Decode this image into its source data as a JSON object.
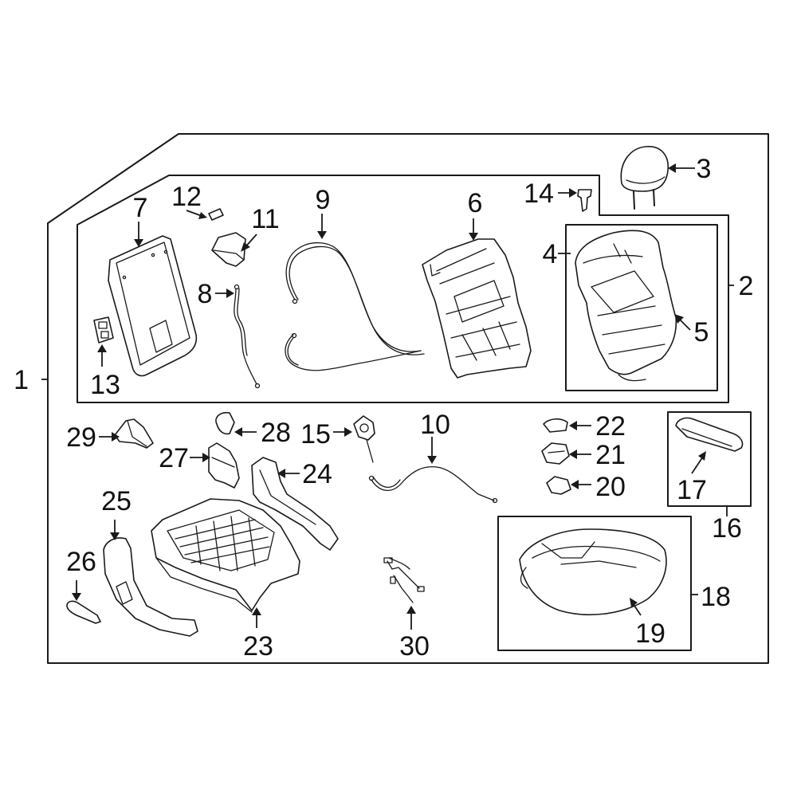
{
  "diagram": {
    "callouts": [
      {
        "id": "1",
        "text": "1"
      },
      {
        "id": "2",
        "text": "2"
      },
      {
        "id": "3",
        "text": "3"
      },
      {
        "id": "4",
        "text": "4"
      },
      {
        "id": "5",
        "text": "5"
      },
      {
        "id": "6",
        "text": "6"
      },
      {
        "id": "7",
        "text": "7"
      },
      {
        "id": "8",
        "text": "8"
      },
      {
        "id": "9",
        "text": "9"
      },
      {
        "id": "10",
        "text": "10"
      },
      {
        "id": "11",
        "text": "11"
      },
      {
        "id": "12",
        "text": "12"
      },
      {
        "id": "13",
        "text": "13"
      },
      {
        "id": "14",
        "text": "14"
      },
      {
        "id": "15",
        "text": "15"
      },
      {
        "id": "16",
        "text": "16"
      },
      {
        "id": "17",
        "text": "17"
      },
      {
        "id": "18",
        "text": "18"
      },
      {
        "id": "19",
        "text": "19"
      },
      {
        "id": "20",
        "text": "20"
      },
      {
        "id": "21",
        "text": "21"
      },
      {
        "id": "22",
        "text": "22"
      },
      {
        "id": "23",
        "text": "23"
      },
      {
        "id": "24",
        "text": "24"
      },
      {
        "id": "25",
        "text": "25"
      },
      {
        "id": "26",
        "text": "26"
      },
      {
        "id": "27",
        "text": "27"
      },
      {
        "id": "28",
        "text": "28"
      },
      {
        "id": "29",
        "text": "29"
      },
      {
        "id": "30",
        "text": "30"
      }
    ]
  }
}
